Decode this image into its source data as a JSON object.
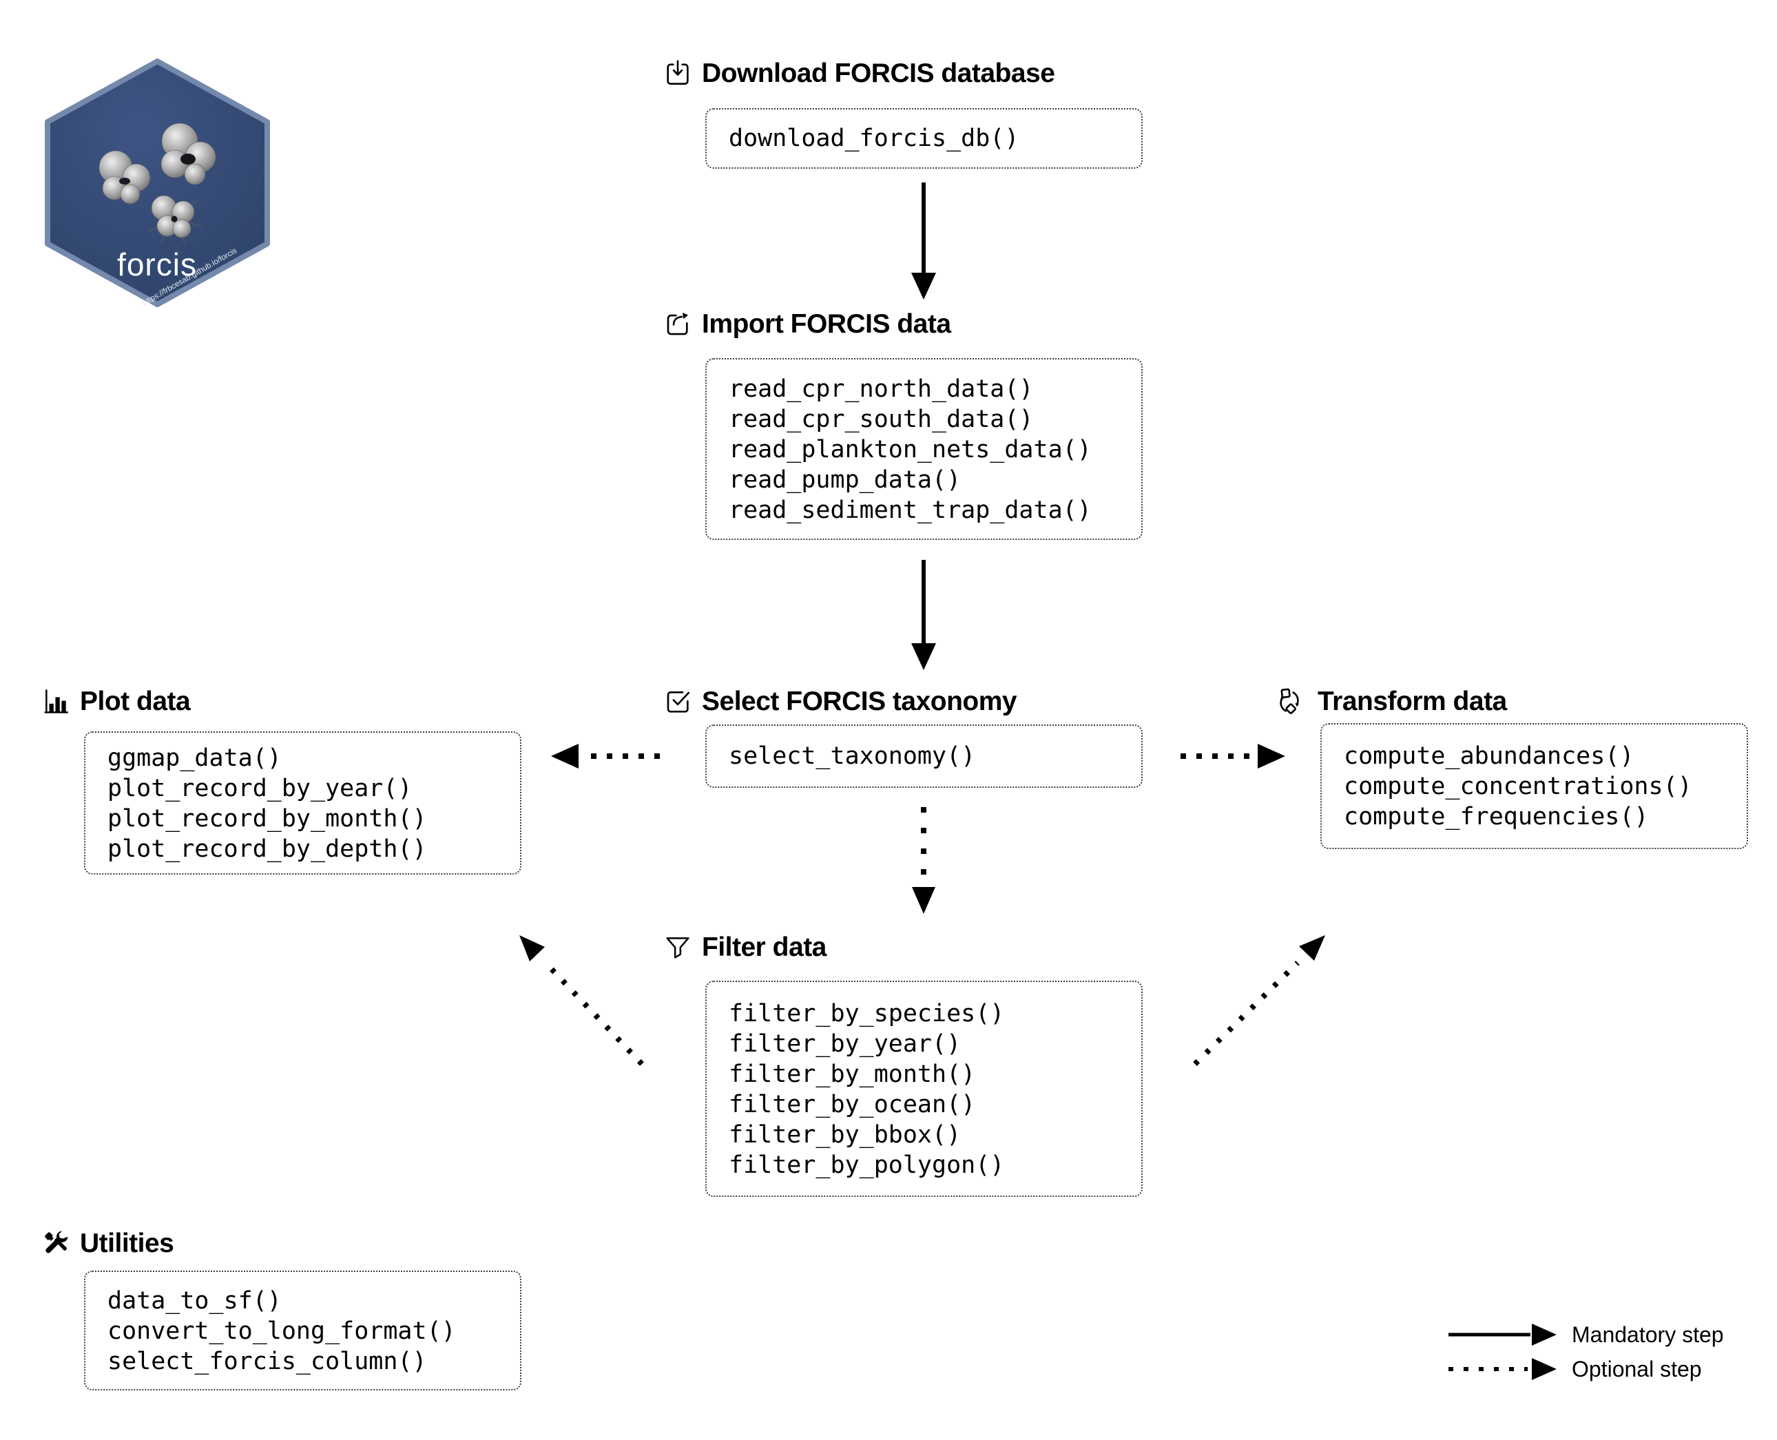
{
  "logo": {
    "text": "forcis",
    "url_text": "https://frbcesab.github.io/forcis"
  },
  "sections": {
    "download": {
      "title": "Download FORCIS database",
      "icon": "download-icon",
      "functions": [
        "download_forcis_db()"
      ]
    },
    "import": {
      "title": "Import FORCIS data",
      "icon": "import-icon",
      "functions": [
        "read_cpr_north_data()",
        "read_cpr_south_data()",
        "read_plankton_nets_data()",
        "read_pump_data()",
        "read_sediment_trap_data()"
      ]
    },
    "plot": {
      "title": "Plot data",
      "icon": "bar-chart-icon",
      "functions": [
        "ggmap_data()",
        "plot_record_by_year()",
        "plot_record_by_month()",
        "plot_record_by_depth()"
      ]
    },
    "taxonomy": {
      "title": "Select FORCIS taxonomy",
      "icon": "checkbox-checked-icon",
      "functions": [
        "select_taxonomy()"
      ]
    },
    "transform": {
      "title": "Transform data",
      "icon": "transform-cycle-icon",
      "functions": [
        "compute_abundances()",
        "compute_concentrations()",
        "compute_frequencies()"
      ]
    },
    "filter": {
      "title": "Filter data",
      "icon": "funnel-icon",
      "functions": [
        "filter_by_species()",
        "filter_by_year()",
        "filter_by_month()",
        "filter_by_ocean()",
        "filter_by_bbox()",
        "filter_by_polygon()"
      ]
    },
    "utilities": {
      "title": "Utilities",
      "icon": "tools-icon",
      "functions": [
        "data_to_sf()",
        "convert_to_long_format()",
        "select_forcis_column()"
      ]
    }
  },
  "legend": {
    "mandatory_label": "Mandatory step",
    "optional_label": "Optional step"
  },
  "colors": {
    "background": "#ffffff",
    "text": "#000000",
    "box_border": "#3c3c3c",
    "hex_fill": "#334a74",
    "hex_border": "#7589ad",
    "logo_text": "#ffffff"
  }
}
